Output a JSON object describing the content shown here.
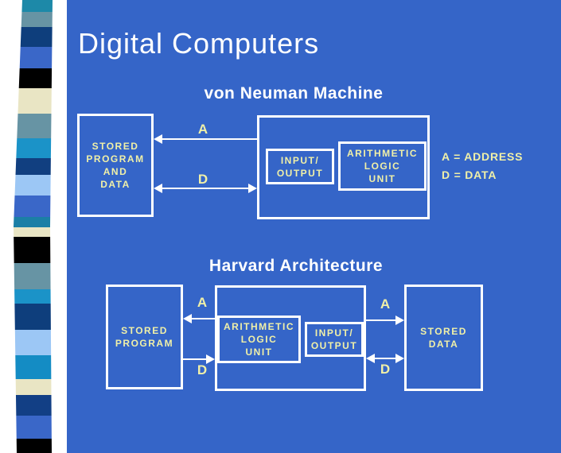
{
  "colors": {
    "slide_background": "#3565C8",
    "margin_background": "#FFFFFF",
    "box_border": "#FFFFFF",
    "heading_text": "#FFFFFF",
    "label_text": "#F0F0A8"
  },
  "title": "Digital Computers",
  "von_neumann": {
    "heading": "von Neuman Machine",
    "memory_box_label": "STORED\nPROGRAM\nAND\nDATA",
    "io_box_label": "INPUT/\nOUTPUT",
    "alu_box_label": "ARITHMETIC\nLOGIC\nUNIT",
    "address_bus_label": "A",
    "data_bus_label": "D",
    "legend_address": "A = ADDRESS",
    "legend_data": "D = DATA"
  },
  "harvard": {
    "heading": "Harvard Architecture",
    "program_box_label": "STORED\nPROGRAM",
    "alu_box_label": "ARITHMETIC\nLOGIC\nUNIT",
    "io_box_label": "INPUT/\nOUTPUT",
    "data_box_label": "STORED\nDATA",
    "program_address_bus_label": "A",
    "program_data_bus_label": "D",
    "data_address_bus_label": "A",
    "data_data_bus_label": "D"
  },
  "decoration": {
    "tie_strip_bands": [
      {
        "color": "#1D89A8",
        "height": 15
      },
      {
        "color": "#6794A4",
        "height": 19
      },
      {
        "color": "#0E3E7C",
        "height": 25
      },
      {
        "color": "#3A67C8",
        "height": 27
      },
      {
        "color": "#000000",
        "height": 25
      },
      {
        "color": "#E9E5C4",
        "height": 32
      },
      {
        "color": "#6794A4",
        "height": 31
      },
      {
        "color": "#1B93C8",
        "height": 25
      },
      {
        "color": "#113F80",
        "height": 21
      },
      {
        "color": "#9CC7F5",
        "height": 26
      },
      {
        "color": "#3A67C8",
        "height": 27
      },
      {
        "color": "#1B7FA6",
        "height": 13
      },
      {
        "color": "#E9E5C4",
        "height": 12
      },
      {
        "color": "#000000",
        "height": 33
      },
      {
        "color": "#6794A4",
        "height": 33
      },
      {
        "color": "#1B93C8",
        "height": 18
      },
      {
        "color": "#0E3E7C",
        "height": 33
      },
      {
        "color": "#9CC7F5",
        "height": 32
      },
      {
        "color": "#148CC4",
        "height": 30
      },
      {
        "color": "#E9E5C4",
        "height": 20
      },
      {
        "color": "#123F85",
        "height": 26
      },
      {
        "color": "#3A67C8",
        "height": 29
      },
      {
        "color": "#000000",
        "height": 18
      }
    ]
  }
}
